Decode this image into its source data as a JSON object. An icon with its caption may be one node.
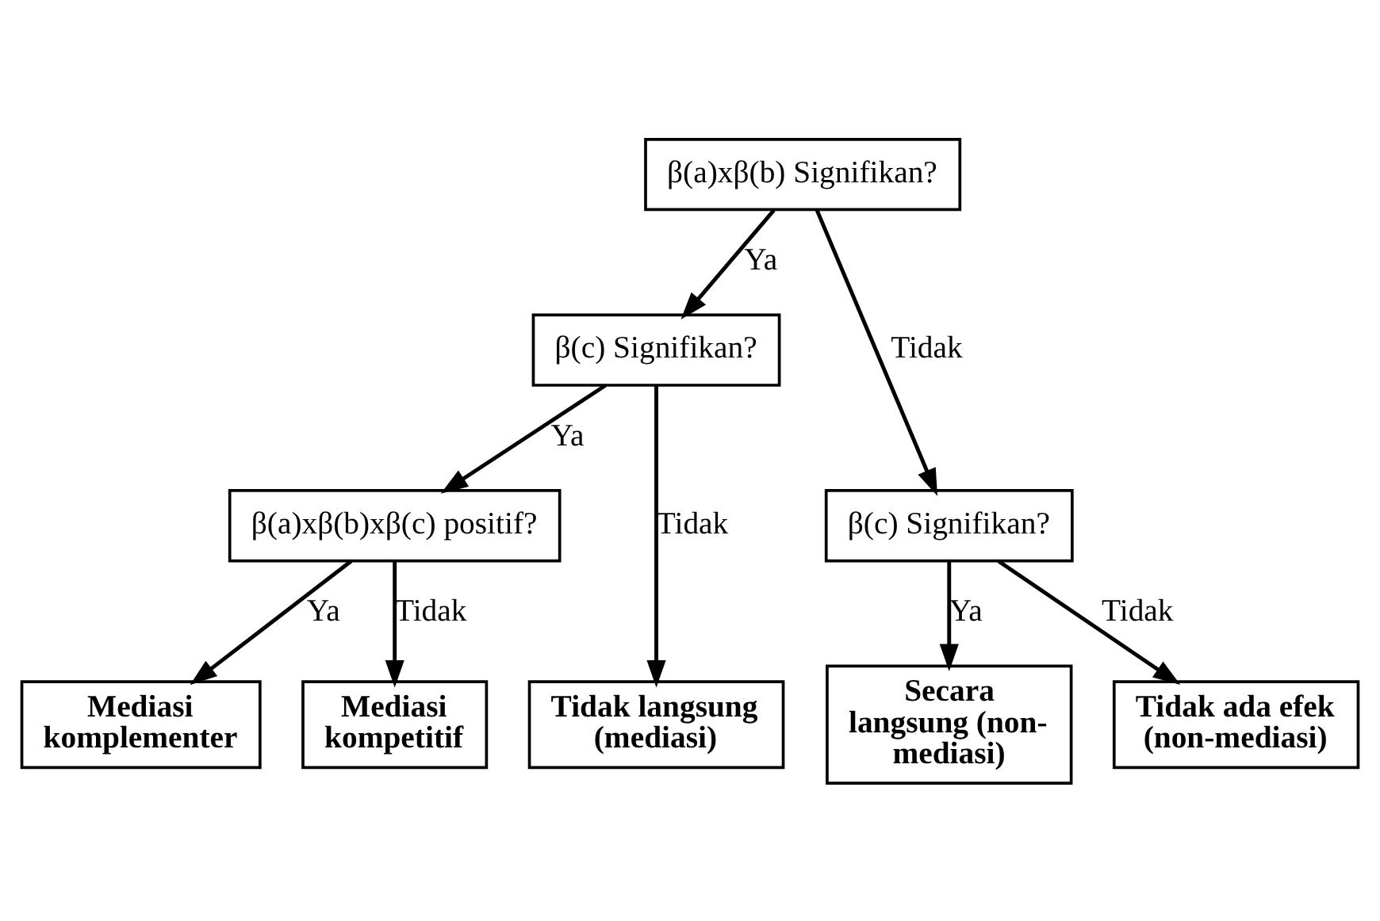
{
  "diagram": {
    "nodes": [
      {
        "text": [
          "β(a)xβ(b) Signifikan?"
        ]
      },
      {
        "text": [
          "β(c) Signifikan?"
        ]
      },
      {
        "text": [
          "β(c) Signifikan?"
        ]
      },
      {
        "text": [
          "β(a)xβ(b)xβ(c) positif?"
        ]
      },
      {
        "text": [
          "Mediasi komplementer"
        ]
      },
      {
        "text": [
          "Mediasi kompetitif"
        ]
      },
      {
        "text": [
          "Tidak langsung (mediasi)"
        ]
      },
      {
        "text": [
          "Secara langsung (non-mediasi)"
        ]
      },
      {
        "text": [
          "Tidak ada efek (non-mediasi)"
        ]
      }
    ],
    "edges": [
      {
        "from": 0,
        "to": 1,
        "arrow": "to",
        "label": "Ya"
      },
      {
        "from": 0,
        "to": 2,
        "arrow": "to",
        "label": "Tidak"
      },
      {
        "from": 1,
        "to": 3,
        "arrow": "to",
        "label": "Ya"
      },
      {
        "from": 1,
        "to": 6,
        "arrow": "to",
        "label": "Tidak"
      },
      {
        "from": 2,
        "to": 7,
        "arrow": "to",
        "label": "Ya"
      },
      {
        "from": 2,
        "to": 8,
        "arrow": "to",
        "label": "Tidak"
      },
      {
        "from": 3,
        "to": 4,
        "arrow": "to",
        "label": "Ya"
      },
      {
        "from": 3,
        "to": 5,
        "arrow": "to",
        "label": "Tidak"
      }
    ]
  }
}
